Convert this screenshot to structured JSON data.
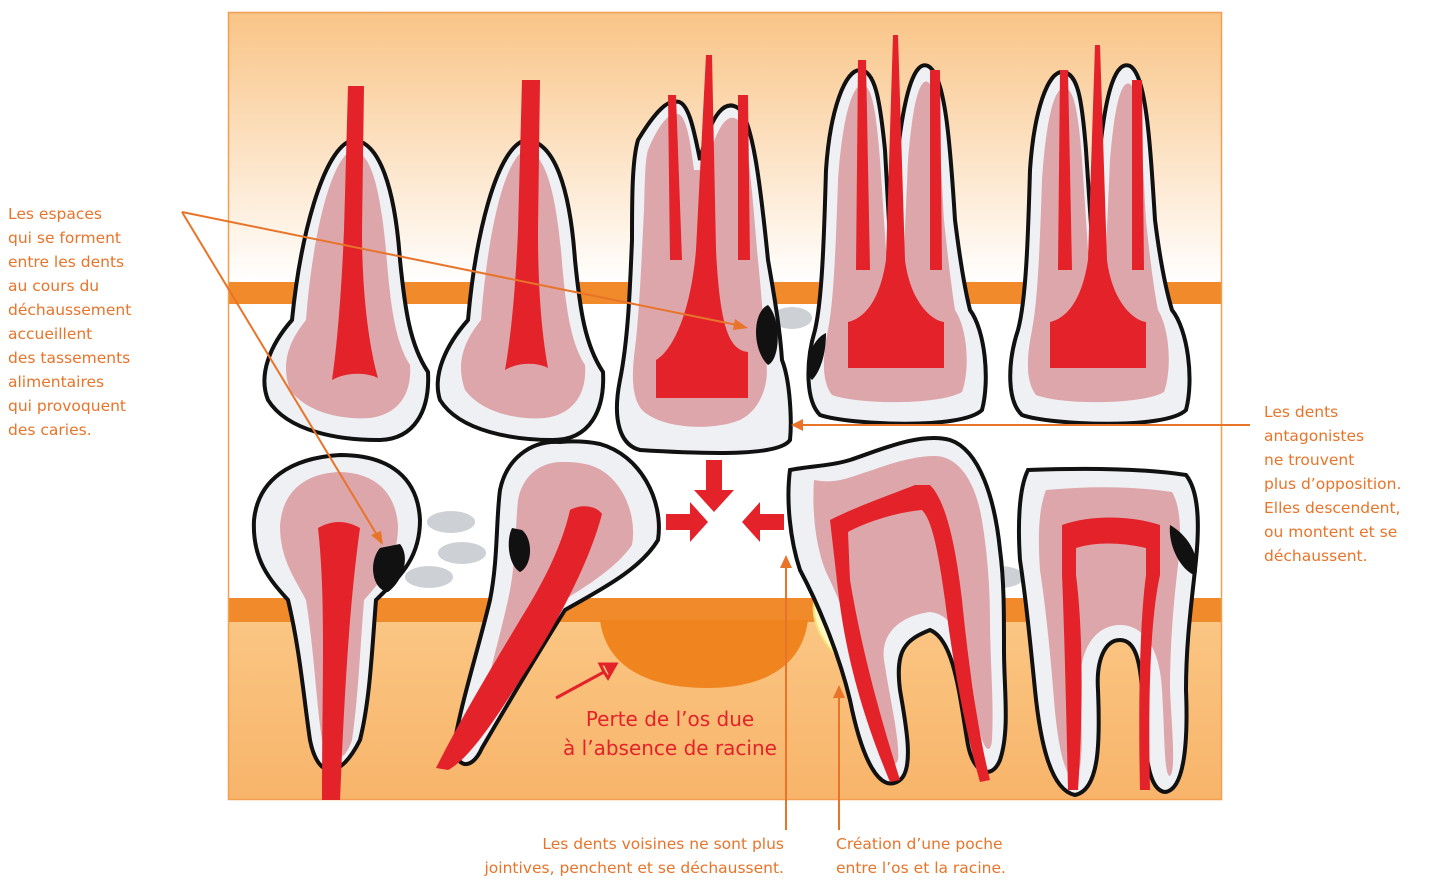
{
  "annotations": {
    "spaces": "Les espaces\nqui se forment\nentre les dents\nau cours du\ndéchaussement\naccueillent\ndes tassements\nalimentaires\nqui provoquent\ndes caries.",
    "antagonists": "Les dents\nantagonistes\nne trouvent\nplus d’opposition.\nElles descendent,\nou montent et se\ndéchaussent.",
    "bone_loss": "Perte de l’os due\nà l’absence de racine",
    "neighbors": "Les dents voisines ne sont plus\njointives, penchent et se déchaussent.",
    "pocket": "Création d’une poche\nentre l’os et la racine."
  },
  "colors": {
    "frame": "#F0A050",
    "gum": "#F08A2A",
    "bone_light": "#F9C27E",
    "pulp": "#E3222A",
    "dentin": "#DDA6AA",
    "enamel": "#EEF0F3",
    "outline": "#111111",
    "annotation": "#E8742A"
  }
}
